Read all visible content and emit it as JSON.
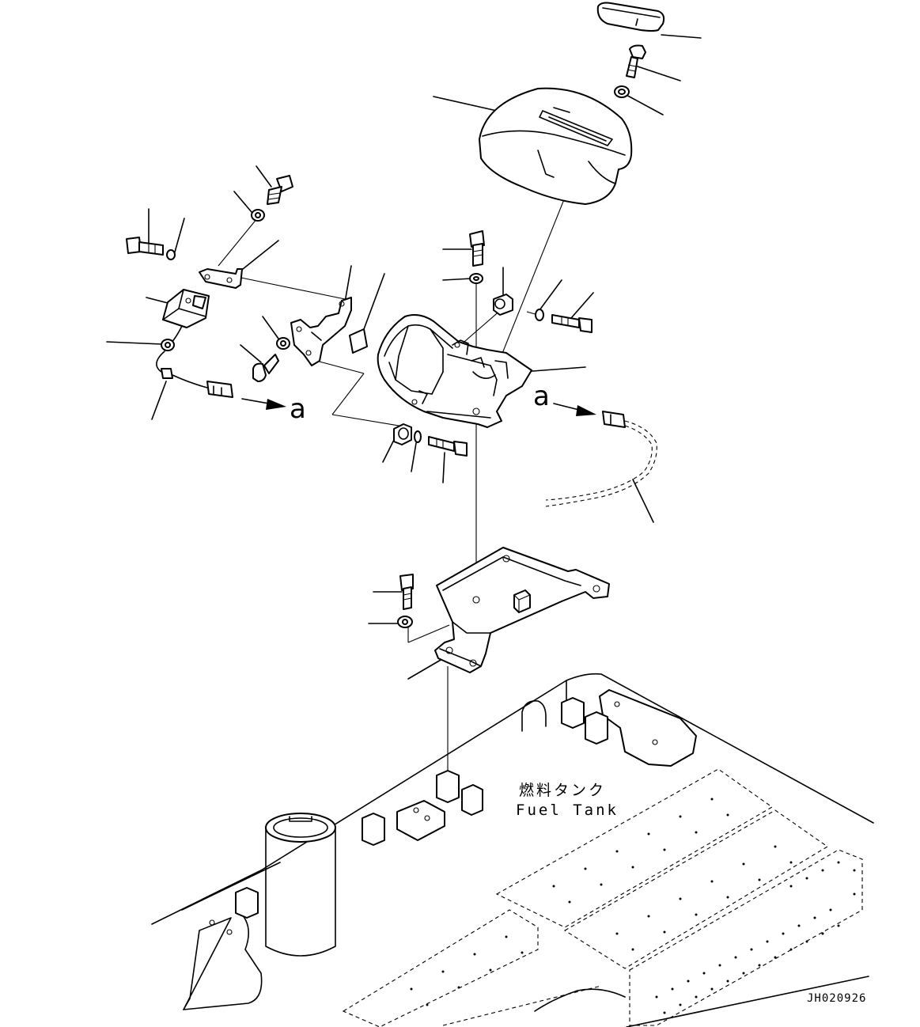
{
  "callout_a_left": "a",
  "callout_a_right": "a",
  "fuel_tank_jp": "燃料タンク",
  "fuel_tank_en": "Fuel Tank",
  "drawing_code": "JH020926"
}
